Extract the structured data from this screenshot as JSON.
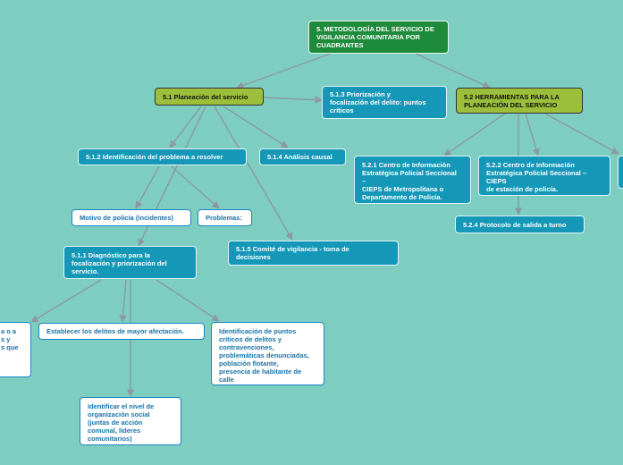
{
  "nodes": {
    "root": "5. METODOLOGÍA DEL SERVICIO DE\nVIGILANCIA COMUNITARIA POR\nCUADRANTES",
    "planeacion": "5.1 Planeación del servicio",
    "priorizacion": "5.1.3 Priorización y\nfocalización del delito: puntos\ncríticos",
    "herramientas": "5.2 HERRAMIENTAS PARA LA\nPLANEACIÓN DEL SERVICIO",
    "identificacion": "5.1.2 Identificación del problema a resolver",
    "analisis": "5.1.4 Análisis causal",
    "cieps_metro": "5.2.1 Centro de Información\nEstratégica Policial Seccional\n–\nCIEPS de Metropolitana o\nDepartamento de Policía.",
    "cieps_estacion": "5.2.2 Centro de Información\nEstratégica Policial Seccional –\nCIEPS\nde estación de policía.",
    "motivo": "Motivo de policía (incidentes)",
    "problemas": "Problemas:",
    "protocolo": "5.2.4 Protocolo de salida a turno",
    "comite": "5.1.5 Comité de vigilancia - toma de\ndecisiones",
    "diagnostico": "5.1.1 Diagnóstico para la\nfocalización y priorización del\nservicio.",
    "left_partial": "a o a\ns y\ns que",
    "delitos": "Establecer los delitos de mayor afectación.",
    "puntos": "Identificación de puntos\ncríticos de delitos y\ncontravenciones,\nproblemáticas denunciadas,\npoblación flotante,\npresencia de habitante de\ncalle",
    "nivel": "Identificar el nivel de\norganización social\n(juntas de acción\ncomunal, líderes\ncomunitarios)"
  },
  "colors": {
    "background": "#7ecdc1",
    "root": "#1e8a3b",
    "section": "#9bbf3b",
    "topic": "#1597b8",
    "detail_border": "#1a86c4",
    "connector": "#8a9aa0"
  }
}
